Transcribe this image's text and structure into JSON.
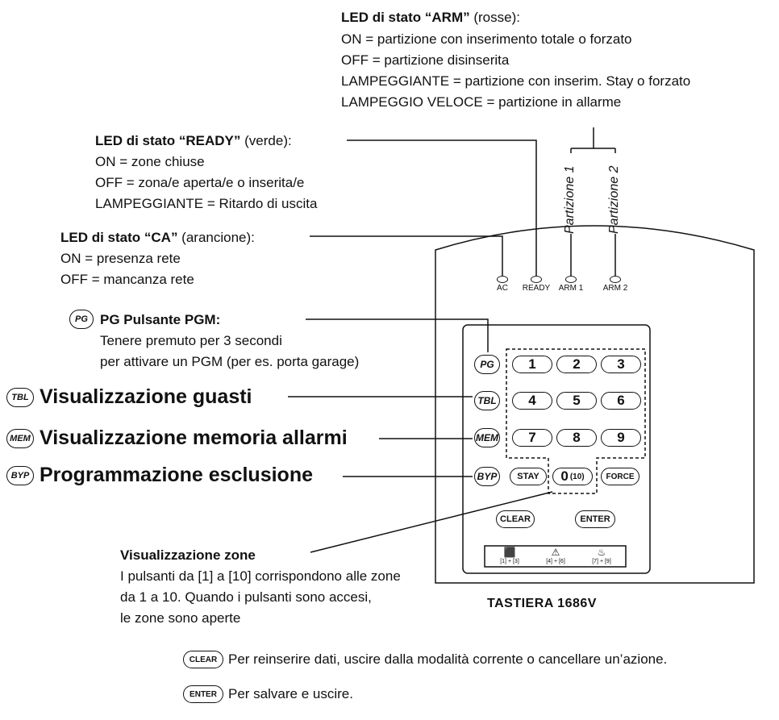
{
  "arm_led": {
    "title_bold": "LED di stato “ARM”",
    "title_rest": " (rosse):",
    "lines": [
      "ON = partizione con inserimento totale o forzato",
      "OFF = partizione disinserita",
      "LAMPEGGIANTE = partizione con inserim. Stay o forzato",
      "LAMPEGGIO VELOCE = partizione in allarme"
    ]
  },
  "ready_led": {
    "title_bold": "LED di stato “READY”",
    "title_rest": " (verde):",
    "lines": [
      "ON = zone chiuse",
      "OFF = zona/e aperta/e o inserita/e",
      "LAMPEGGIANTE = Ritardo di uscita"
    ]
  },
  "ca_led": {
    "title_bold": "LED di stato “CA”",
    "title_rest": " (arancione):",
    "lines": [
      "ON = presenza rete",
      "OFF = mancanza rete"
    ]
  },
  "pgm": {
    "icon": "PG",
    "title": "PG Pulsante PGM:",
    "lines": [
      "Tenere premuto per 3 secondi",
      "per attivare un PGM (per es. porta garage)"
    ]
  },
  "functions": [
    {
      "icon": "TBL",
      "label": "Visualizzazione guasti"
    },
    {
      "icon": "MEM",
      "label": "Visualizzazione memoria allarmi"
    },
    {
      "icon": "BYP",
      "label": "Programmazione esclusione"
    }
  ],
  "partitions": [
    "Partizione 1",
    "Partizione 2"
  ],
  "leds": [
    "AC",
    "READY",
    "ARM 1",
    "ARM 2"
  ],
  "keypad": {
    "side_keys": [
      "PG",
      "TBL",
      "MEM",
      "BYP"
    ],
    "digits": [
      "1",
      "2",
      "3",
      "4",
      "5",
      "6",
      "7",
      "8",
      "9"
    ],
    "stay": "STAY",
    "zero": "0",
    "zero_sub": "(10)",
    "force": "FORCE",
    "clear": "CLEAR",
    "enter": "ENTER",
    "panel_keys": [
      "[1] + [3]",
      "[4] + [6]",
      "[7] + [9]"
    ],
    "model": "TASTIERA 1686V"
  },
  "zones": {
    "title": "Visualizzazione zone",
    "lines": [
      "I pulsanti da [1] a [10] corrispondono alle zone",
      "da 1 a 10. Quando i pulsanti sono accesi,",
      "le zone sono aperte"
    ]
  },
  "legend": [
    {
      "key": "CLEAR",
      "text": "Per reinserire dati, uscire dalla modalità corrente o cancellare un’azione."
    },
    {
      "key": "ENTER",
      "text": "Per salvare e uscire."
    }
  ]
}
